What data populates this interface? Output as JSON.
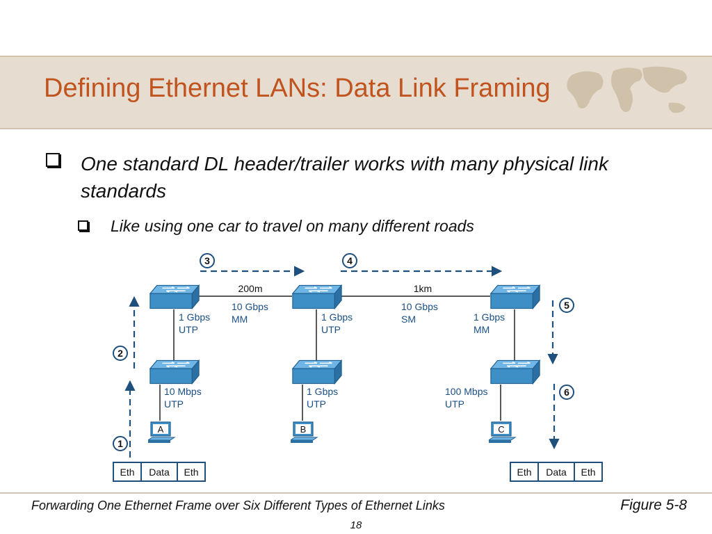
{
  "slide": {
    "title": "Defining Ethernet LANs: Data Link Framing",
    "bullet1": "One standard DL header/trailer works with many physical link standards",
    "bullet2": "Like using one car to travel on many different roads",
    "caption": "Forwarding One Ethernet Frame over Six Different Types of Ethernet Links",
    "figure": "Figure 5-8",
    "page": "18"
  },
  "diagram": {
    "steps": [
      "1",
      "2",
      "3",
      "4",
      "5",
      "6"
    ],
    "hosts": [
      "A",
      "B",
      "C"
    ],
    "links": {
      "top_left_distance": "200m",
      "top_left_speed": "10 Gbps",
      "top_left_type": "MM",
      "top_right_distance": "1km",
      "top_right_speed": "10 Gbps",
      "top_right_type": "SM",
      "uplink_left_speed": "1 Gbps",
      "uplink_left_type": "UTP",
      "uplink_mid_speed": "1 Gbps",
      "uplink_mid_type": "UTP",
      "uplink_right_speed": "1 Gbps",
      "uplink_right_type": "MM",
      "access_left_speed": "10 Mbps",
      "access_left_type": "UTP",
      "access_mid_speed": "1 Gbps",
      "access_mid_type": "UTP",
      "access_right_speed": "100 Mbps",
      "access_right_type": "UTP"
    },
    "frame_left": [
      "Eth",
      "Data",
      "Eth"
    ],
    "frame_right": [
      "Eth",
      "Data",
      "Eth"
    ],
    "colors": {
      "device": "#3f8fc7",
      "device_dark": "#1f5f8f",
      "label": "#1a4f86",
      "arrow": "#1f4f7d",
      "title": "#c0531e"
    }
  }
}
